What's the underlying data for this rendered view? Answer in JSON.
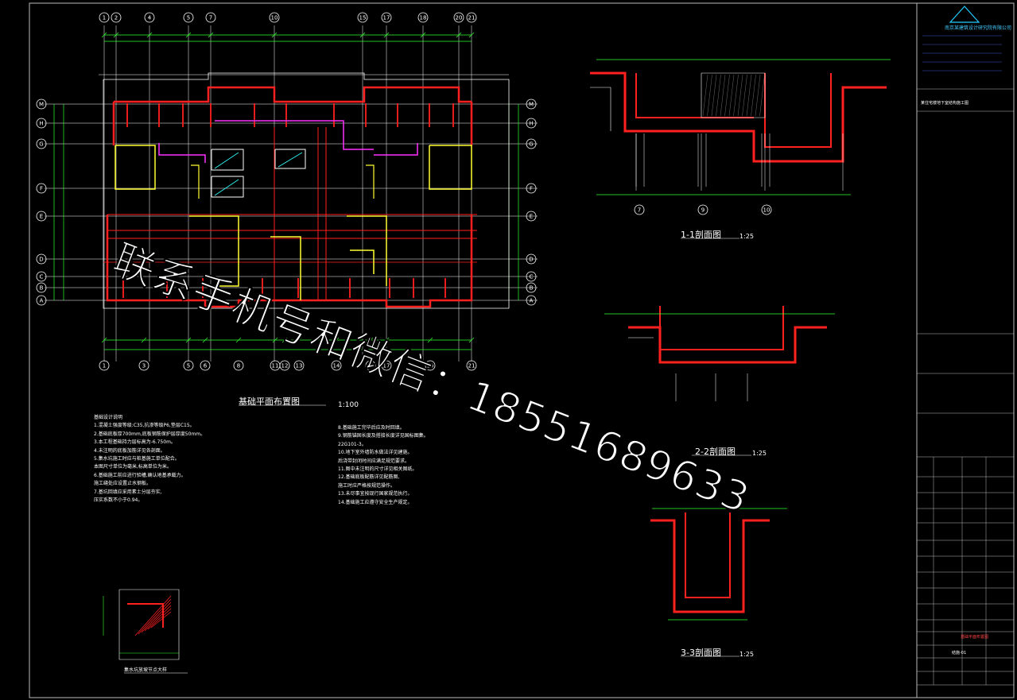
{
  "drawing": {
    "plan_title": "基础平面布置图",
    "plan_scale": "1:100",
    "sections": [
      {
        "title": "1-1剖面图",
        "scale": "1:25"
      },
      {
        "title": "2-2剖面图",
        "scale": "1:25"
      },
      {
        "title": "3-3剖面图",
        "scale": "1:25"
      }
    ],
    "detail_title": "集水坑放坡节点大样",
    "top_axes": [
      "1",
      "2",
      "4",
      "5",
      "7",
      "10",
      "15",
      "17",
      "18",
      "20",
      "21"
    ],
    "bottom_axes": [
      "1",
      "3",
      "5",
      "6",
      "8",
      "11",
      "12",
      "13",
      "14",
      "16",
      "17",
      "19",
      "21"
    ],
    "side_axes": [
      "M",
      "H",
      "G",
      "F",
      "E",
      "D",
      "C",
      "B",
      "A"
    ],
    "section_axes_1": [
      "7",
      "9",
      "10"
    ],
    "notes_left": [
      "基础设计说明",
      "1.混凝土强度等级:C35,抗渗等级P6,垫层C15。",
      "2.基础底板厚700mm,底板钢筋保护层厚度50mm。",
      "3.本工程基础持力层标高为-6.750m。",
      "4.未注明的底板加筋详见各剖面。",
      "5.集水坑施工时应与桩基施工单位配合。",
      "  本图尺寸单位为毫米,标高单位为米。",
      "6.基础施工前应进行验槽,确认地基承载力。",
      "  施工缝处应设置止水钢板。",
      "7.基坑回填应采用素土分层夯实,",
      "  压实系数不小于0.94。"
    ],
    "notes_right": [
      "8.基础施工完毕后应及时回填。",
      "9.钢筋锚固长度及搭接长度详见国标图集。",
      "  22G101-3。",
      "10.地下室外墙防水做法详见建施。",
      "   后浇带封闭时间应满足规范要求。",
      "11.图中未注明的尺寸详见相关图纸。",
      "12.基础底板配筋详见配筋图,",
      "   施工时应严格按规范操作。",
      "13.未尽事宜按现行国家规范执行。",
      "14.基础施工应遵守安全生产规定。"
    ],
    "watermark": "联系手机号和微信：18551689633"
  },
  "title_block": {
    "company": "南京某建筑设计研究院有限公司",
    "project": "某住宅楼地下室结构施工图",
    "drawing_name": "基础平面布置图",
    "drawing_no": "结施-01"
  },
  "colors": {
    "background": "#000000",
    "wall_red": "#ff2020",
    "wall_yellow": "#ffff30",
    "grid_white": "#ffffff",
    "dim_green": "#30ff30",
    "magenta": "#ff30ff",
    "cyan": "#30ffff",
    "border": "#cccccc"
  }
}
